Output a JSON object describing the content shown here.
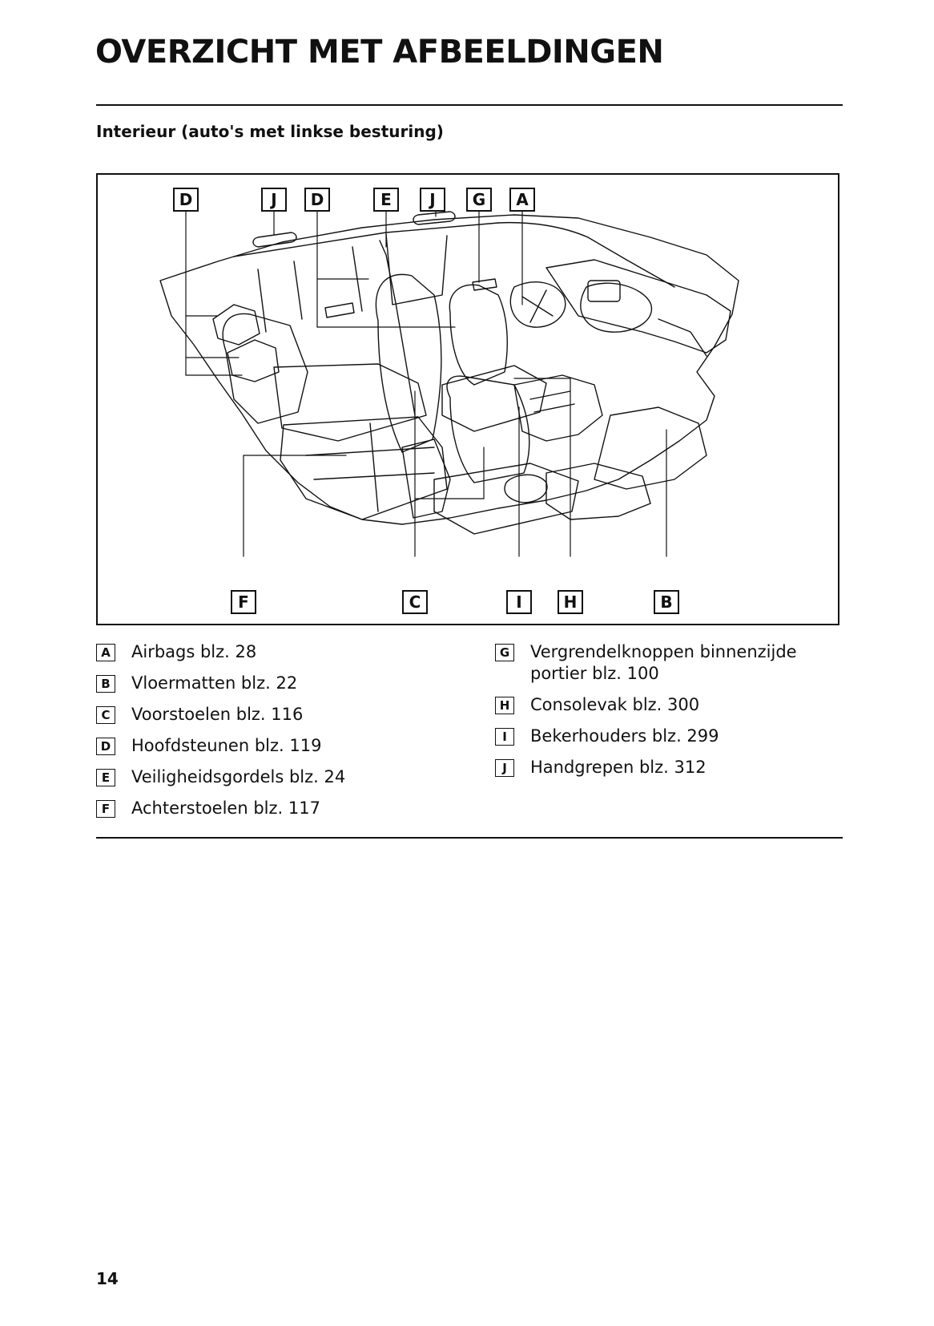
{
  "page_title": "OVERZICHT MET AFBEELDINGEN",
  "section_title": "Interieur (auto's met linkse besturing)",
  "figure": {
    "callouts_top": [
      "D",
      "J",
      "D",
      "E",
      "J",
      "G",
      "A"
    ],
    "callouts_bottom": [
      "F",
      "C",
      "I",
      "H",
      "B"
    ]
  },
  "legend": {
    "left": [
      {
        "letter": "A",
        "text": "Airbags blz. 28"
      },
      {
        "letter": "B",
        "text": "Vloermatten blz. 22"
      },
      {
        "letter": "C",
        "text": "Voorstoelen blz. 116"
      },
      {
        "letter": "D",
        "text": "Hoofdsteunen blz. 119"
      },
      {
        "letter": "E",
        "text": "Veiligheidsgordels blz. 24"
      },
      {
        "letter": "F",
        "text": "Achterstoelen blz. 117"
      }
    ],
    "right": [
      {
        "letter": "G",
        "text": "Vergrendelknoppen binnenzijde portier blz. 100"
      },
      {
        "letter": "H",
        "text": "Consolevak blz. 300"
      },
      {
        "letter": "I",
        "text": "Bekerhouders blz. 299"
      },
      {
        "letter": "J",
        "text": "Handgrepen blz. 312"
      }
    ]
  },
  "page_number": "14"
}
